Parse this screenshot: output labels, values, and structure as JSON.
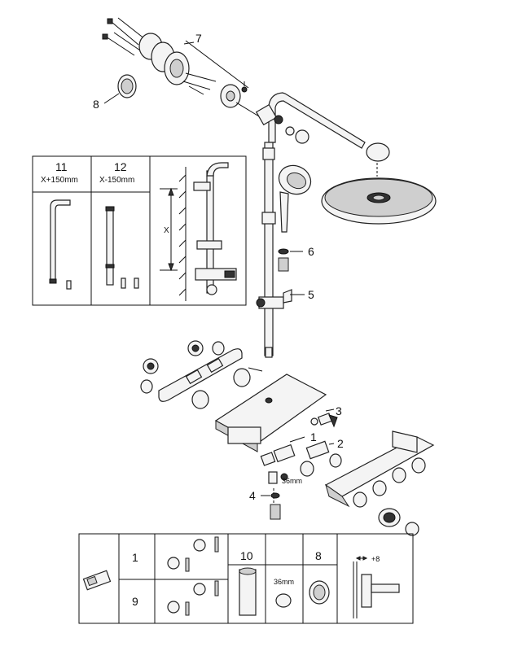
{
  "callouts": {
    "c1": "1",
    "c2": "2",
    "c3": "3",
    "c4": "4",
    "c5": "5",
    "c6": "6",
    "c7": "7",
    "c8": "8"
  },
  "inset_top": {
    "col11_num": "11",
    "col11_dim": "X+150mm",
    "col12_num": "12",
    "col12_dim": "X-150mm",
    "x_label": "X"
  },
  "wrench_label": "36mm",
  "bottom_panel": {
    "row1_num": "1",
    "row9_num": "9",
    "col10_num": "10",
    "col10_wrench": "36mm",
    "col8_num": "8",
    "offset_label": "+8"
  }
}
